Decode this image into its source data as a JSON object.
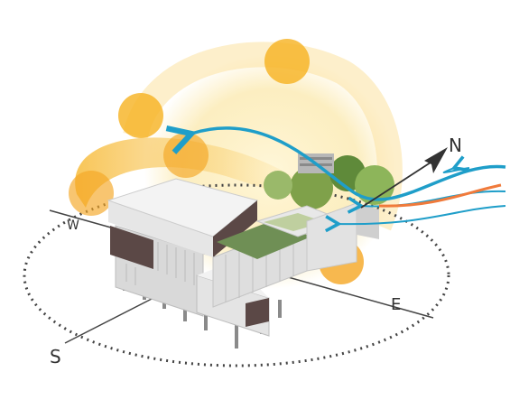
{
  "compass": {
    "north": "N",
    "south": "S",
    "east": "E",
    "west": "W"
  },
  "colors": {
    "sun": "#f6b21f",
    "sun_path": "#f7c14a",
    "sun_glow": "#fbe7a6",
    "wind_blue": "#1f9ec9",
    "wind_orange": "#f07a3b",
    "ground_orbit": "#444444",
    "building_white": "#eeeeee",
    "building_dark": "#5b4846",
    "green_roof": "#6f8f55",
    "trees": "#7fa14a"
  },
  "icons": {
    "sun": "sun-icon",
    "north_arrow": "north-arrow-icon",
    "wind": "wind-arrow-icon"
  }
}
